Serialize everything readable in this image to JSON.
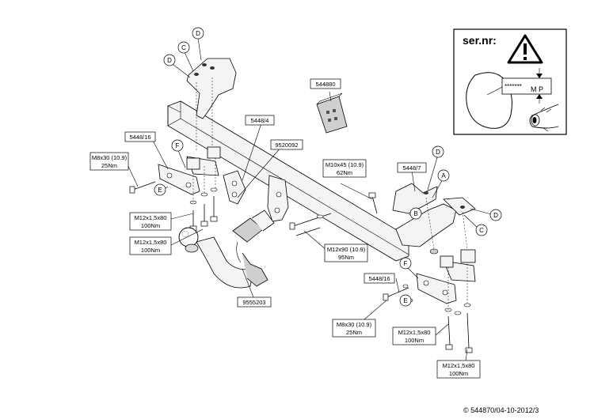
{
  "serial": {
    "title": "ser.nr:",
    "stars": "*******",
    "mp": "M P"
  },
  "callouts": {
    "c1": "5448/16",
    "c2": "M8x30 (10.9)",
    "c2b": "25Nm",
    "c3": "5448/4",
    "c4": "9520092",
    "c5": "544880",
    "c6": "M12x1,5x80",
    "c6b": "100Nm",
    "c7": "M12x1,5x80",
    "c7b": "100Nm",
    "c8": "9555203",
    "c9": "M10x45 (10.9)",
    "c9b": "62Nm",
    "c10": "5448/7",
    "c11": "M12x90 (10.9)",
    "c11b": "95Nm",
    "c12": "5448/16",
    "c13": "M8x30 (10.9)",
    "c13b": "25Nm",
    "c14": "M12x1,5x80",
    "c14b": "100Nm",
    "c15": "M12x1,5x80",
    "c15b": "100Nm"
  },
  "letters": {
    "l1": "D",
    "l2": "C",
    "l3": "D",
    "l4": "F",
    "l5": "E",
    "l6": "D",
    "l7": "A",
    "l8": "B",
    "l9": "D",
    "l10": "C",
    "l11": "F",
    "l12": "E"
  },
  "copyright": "© 544870/04-10-2012/3"
}
